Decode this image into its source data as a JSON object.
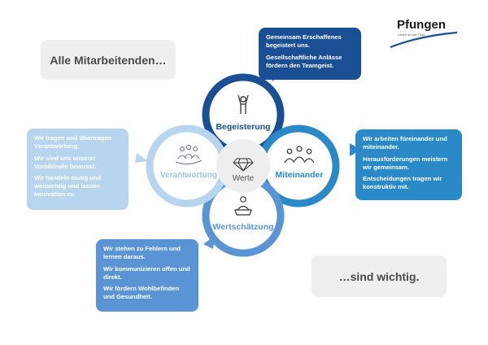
{
  "logo": {
    "name": "Pfungen",
    "tagline": "Leben an der Töss"
  },
  "intro": "Alle Mitarbeitenden…",
  "outro": "…sind wichtig.",
  "center": "Werte",
  "values": {
    "begeisterung": {
      "label": "Begeisterung",
      "color": "#1b4f93",
      "lines": [
        "Gemeinsam Erschaffenes begeistert uns.",
        "Gesellschaftliche Anlässe fördern den Teamgeist."
      ]
    },
    "miteinander": {
      "label": "Miteinander",
      "color": "#2a8ac7",
      "lines": [
        "Wir arbeiten füreinander und miteinander.",
        "Herausforderungen meistern wir gemeinsam.",
        "Entscheidungen tragen wir konstruktiv mit."
      ]
    },
    "wertschaetzung": {
      "label": "Wertschätzung",
      "color": "#5a94d4",
      "lines": [
        "Wir stehen zu Fehlern und lernen daraus.",
        "Wir kommunizieren offen und direkt.",
        "Wir fördern Wohlbefinden und Gesundheit."
      ]
    },
    "verantwortung": {
      "label": "Verantwortung",
      "color": "#b7d5ee",
      "lines": [
        "Wir tragen und übertragen Verantwortung.",
        "Wir sind uns unserer Vorbildrolle bewusst.",
        "Wir handeln mutig und weitsichtig und lassen Innovation zu."
      ]
    }
  }
}
